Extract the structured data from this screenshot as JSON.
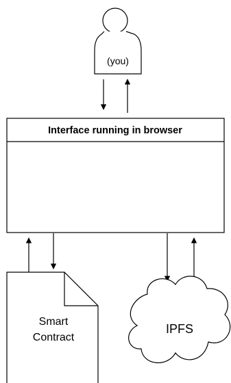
{
  "user": {
    "label": "(you)"
  },
  "interface": {
    "title": "Interface running in browser"
  },
  "smart_contract": {
    "line1": "Smart",
    "line2": "Contract"
  },
  "ipfs": {
    "label": "IPFS"
  },
  "colors": {
    "stroke": "#000000",
    "background": "#ffffff"
  }
}
